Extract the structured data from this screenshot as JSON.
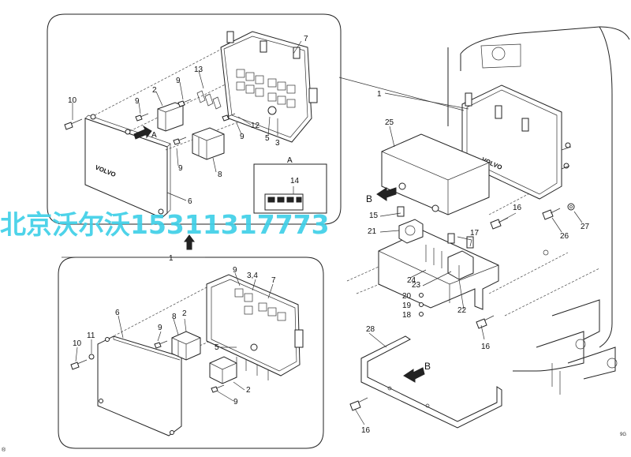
{
  "watermark": "北京沃尔沃15311317773",
  "corner_mark": "®",
  "code_mark": "9G",
  "top_panel": {
    "callouts": {
      "c7": "7",
      "c13": "13",
      "c2": "2",
      "c9a": "9",
      "c9b": "9",
      "c10": "10",
      "c12": "12",
      "c5": "5",
      "c3": "3",
      "c9c": "9",
      "c9d": "9",
      "c8": "8",
      "c6": "6",
      "cA": "A"
    },
    "view_label": "A",
    "view_callout": "14",
    "cover_text": "VOLVO"
  },
  "bottom_panel": {
    "callouts": {
      "c1": "1",
      "c9": "9",
      "c34": "3,4",
      "c7": "7",
      "c6": "6",
      "c8": "8",
      "c2a": "2",
      "c9a": "9",
      "c10": "10",
      "c11": "11",
      "c5": "5",
      "c2b": "2",
      "c9b": "9"
    }
  },
  "main_view": {
    "callouts": {
      "c1": "1",
      "c25": "25",
      "cB1": "B",
      "c16a": "16",
      "c15": "15",
      "c21": "21",
      "c26": "26",
      "c27": "27",
      "c17": "17",
      "c24": "24",
      "c23": "23",
      "c20": "20",
      "c19": "19",
      "c18": "18",
      "c22": "22",
      "c16b": "16",
      "c28": "28",
      "cB2": "B",
      "c16c": "16"
    },
    "box_text": "VOLVO"
  }
}
